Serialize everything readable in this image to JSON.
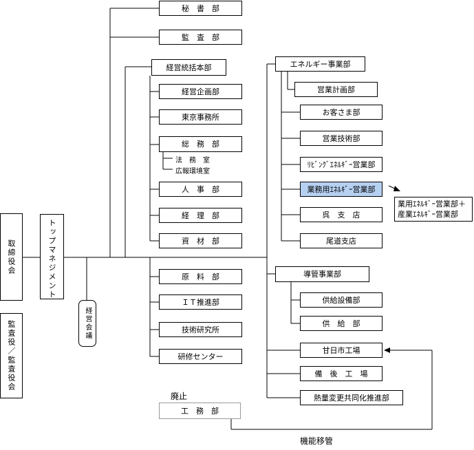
{
  "org": {
    "board_directors": "取締役会",
    "auditors": "監査役／監査役会",
    "top_management": "トップマネジメント",
    "mgmt_council": "経営会議",
    "secretary": "秘　書　部",
    "audit": "監　査　部",
    "corporate_hq": "経営統括本部",
    "corp_planning": "経営企画部",
    "tokyo_office": "東京事務所",
    "general_affairs": "総　務　部",
    "legal_office": "法　務　室",
    "pr_env_office": "広報環境室",
    "personnel": "人　事　部",
    "accounting": "経　理　部",
    "materials": "資　材　部",
    "raw_materials": "原　料　部",
    "it_promo": "ＩＴ推進部",
    "tech_research": "技術研究所",
    "training_center": "研修センター",
    "construction": "工　務　部",
    "abolished": "廃止",
    "energy_div": "エネルギー事業部",
    "sales_planning": "営業計画部",
    "customer": "お客さま部",
    "sales_tech": "営業技術部",
    "living_energy": "ﾘﾋﾞﾝｸﾞｴﾈﾙｷﾞｰ営業部",
    "business_energy": "業務用ｴﾈﾙｷﾞｰ営業部",
    "merged_line1": "業用ｴﾈﾙｷﾞｰ営業部＋",
    "merged_line2": "産業ｴﾈﾙｷﾞｰ営業部",
    "kure_branch": "呉　支　店",
    "onomichi_branch": "尾道支店",
    "pipeline_div": "導管事業部",
    "supply_facilities": "供給設備部",
    "supply": "供　給　部",
    "hatsukaichi_plant": "甘日市工場",
    "bingo_plant": "備　後　工　場",
    "calorific_promo": "熱量変更共同化推進部",
    "function_transfer": "機能移管"
  },
  "colors": {
    "line": "#000000",
    "highlight": "#b6d0f2",
    "abolished_border": "#999999"
  }
}
